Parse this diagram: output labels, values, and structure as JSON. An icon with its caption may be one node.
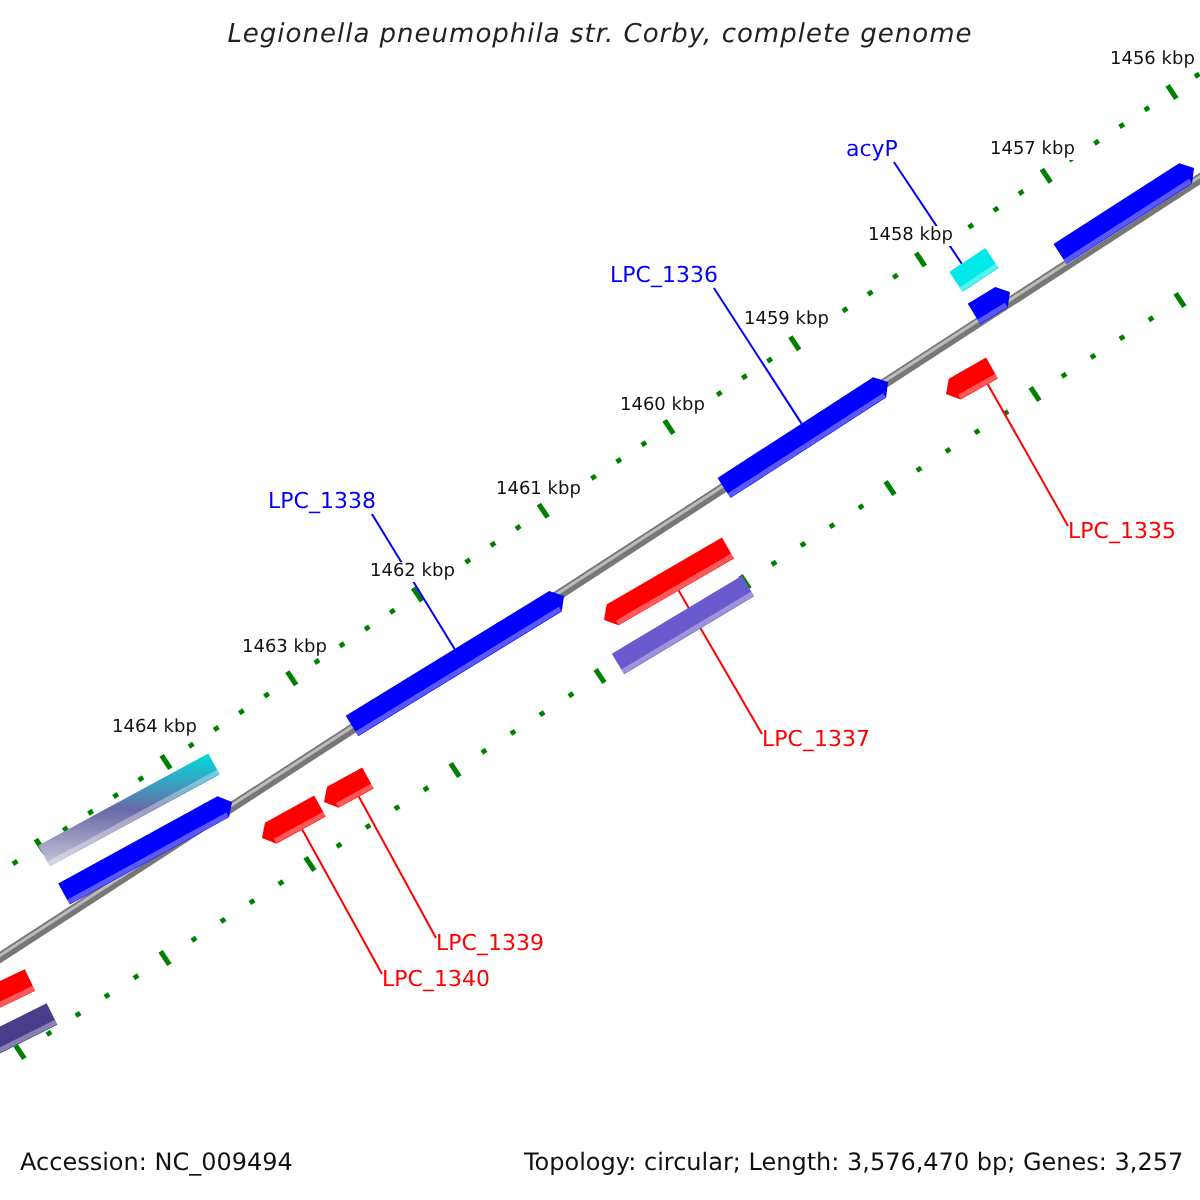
{
  "diagram": {
    "title": "Legionella pneumophila str. Corby, complete genome",
    "nodes": [
      {
        "text": [
          "acyP"
        ]
      },
      {
        "text": [],
        "shape": "bar"
      },
      {
        "text": [
          "LPC_1336"
        ]
      },
      {
        "text": [],
        "shape": "bar"
      },
      {
        "text": [
          "LPC_1338"
        ]
      },
      {
        "text": [],
        "shape": "bar"
      },
      {
        "text": [
          "LPC_1335"
        ]
      },
      {
        "text": [],
        "shape": "bar"
      },
      {
        "text": [
          "LPC_1337"
        ]
      },
      {
        "text": [],
        "shape": "bar"
      },
      {
        "text": [
          "LPC_1339"
        ]
      },
      {
        "text": [],
        "shape": "bar"
      },
      {
        "text": [
          "LPC_1340"
        ]
      },
      {
        "text": [],
        "shape": "bar"
      },
      {
        "text": [],
        "shape": "bar"
      },
      {
        "text": [],
        "shape": "bar"
      },
      {
        "text": [],
        "shape": "bar"
      },
      {
        "text": [],
        "shape": "bar"
      },
      {
        "text": [],
        "shape": "bar"
      },
      {
        "text": [],
        "shape": "bar"
      },
      {
        "text": [],
        "shape": "bar"
      }
    ],
    "edges": [
      {
        "from": 0,
        "to": 1,
        "arrow": "none",
        "color": "#0000ff"
      },
      {
        "from": 2,
        "to": 3,
        "arrow": "none",
        "color": "#0000ff"
      },
      {
        "from": 4,
        "to": 5,
        "arrow": "none",
        "color": "#0000ff"
      },
      {
        "from": 6,
        "to": 7,
        "arrow": "none"
      },
      {
        "from": 8,
        "to": 9,
        "arrow": "none"
      },
      {
        "from": 10,
        "to": 11,
        "arrow": "none"
      },
      {
        "from": 12,
        "to": 13,
        "arrow": "none"
      }
    ],
    "labels": [
      "1456 kbp",
      "1457 kbp",
      "1458 kbp",
      "1459 kbp",
      "1460 kbp",
      "1461 kbp",
      "1462 kbp",
      "1463 kbp",
      "1464 kbp",
      "Accession: NC_009494",
      "Topology: circular; Length: 3,576,470 bp; Genes: 3,257"
    ]
  }
}
